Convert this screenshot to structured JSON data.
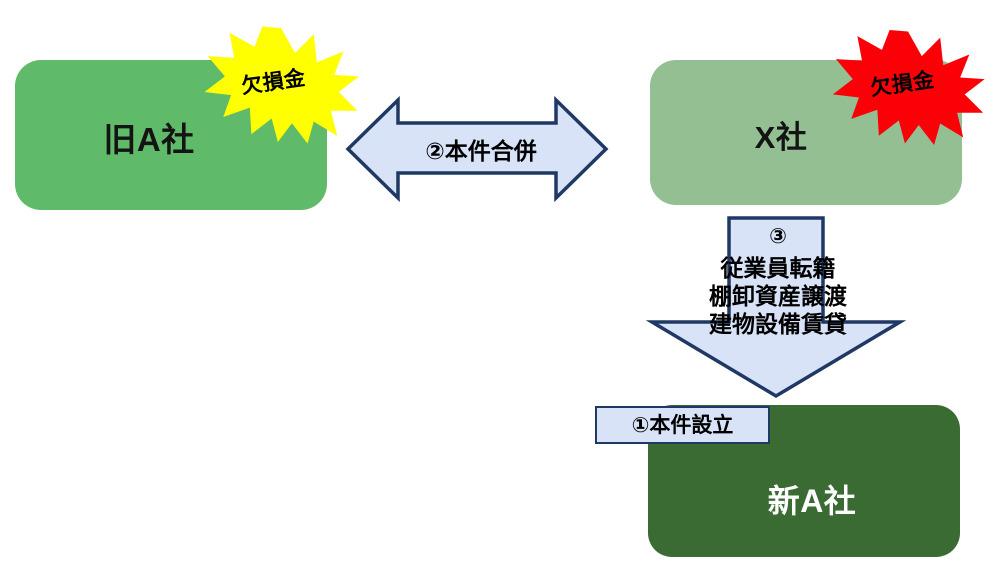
{
  "diagram": {
    "title": "Corporate reorganization diagram",
    "colors": {
      "old_a_fill": "#5fbb6a",
      "x_fill": "#93bf93",
      "new_a_fill": "#3a6b33",
      "arrow_fill": "#d8e3f7",
      "arrow_stroke": "#1f3864",
      "burst_yellow": "#ffff00",
      "burst_red": "#fb0007",
      "text_dark": "#141414",
      "text_light": "#ffffff"
    }
  },
  "nodes": {
    "old_a": {
      "label": "旧A社"
    },
    "x_company": {
      "label": "X社"
    },
    "new_a": {
      "label": "新A社"
    }
  },
  "bursts": {
    "yellow": {
      "label": "欠損金",
      "color": "#ffff00"
    },
    "red": {
      "label": "欠損金",
      "color": "#fb0007"
    }
  },
  "arrows": {
    "merge": {
      "label": "②本件合併"
    },
    "transfer": {
      "number": "③",
      "lines": [
        "従業員転籍",
        "棚卸資産譲渡",
        "建物設備賃貸"
      ],
      "lines_text": "従業員転籍\n棚卸資産譲渡\n建物設備賃貸"
    }
  },
  "labels": {
    "establish": {
      "text": "①本件設立"
    }
  }
}
